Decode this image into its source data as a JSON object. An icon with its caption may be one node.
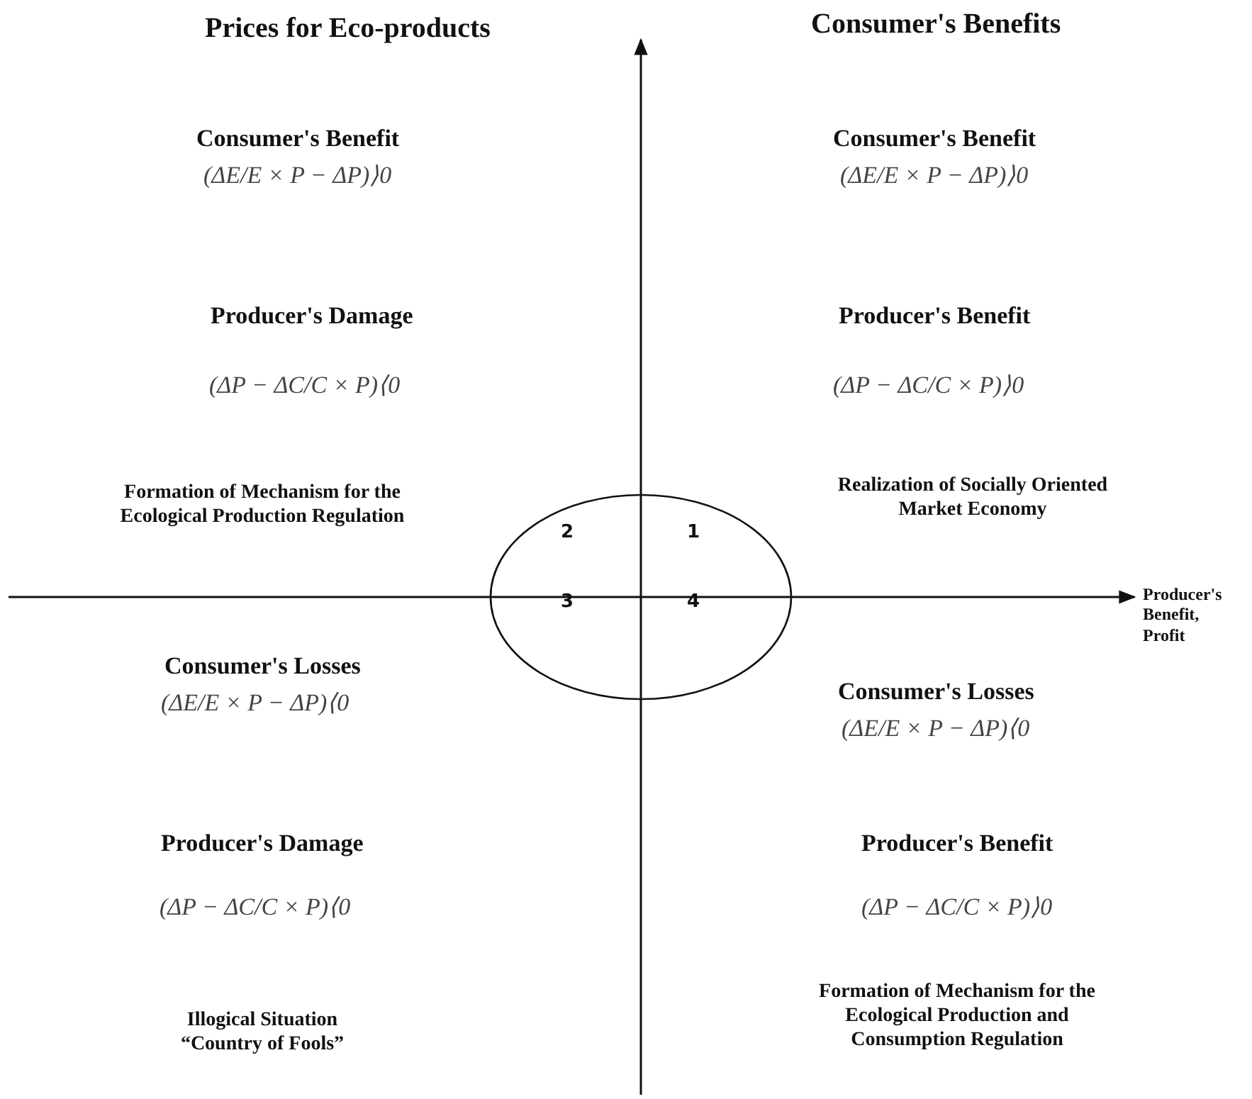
{
  "diagram": {
    "labels": [
      "Prices for Eco-products",
      "Consumer's Benefits",
      "Consumer's Benefit",
      "(ΔE/E × P − ΔP)⟩0",
      "Consumer's Benefit",
      "(ΔE/E × P − ΔP)⟩0",
      "Producer's Damage",
      "(ΔP − ΔC/C × P)⟨0",
      "Producer's Benefit",
      "(ΔP − ΔC/C × P)⟩0",
      "Formation of Mechanism for the Ecological Production Regulation",
      "Realization of Socially Oriented Market Economy",
      "2",
      "1",
      "Producer's Benefit, Profit",
      "3",
      "4",
      "Consumer's Losses",
      "(ΔE/E × P − ΔP)⟨0",
      "Consumer's Losses",
      "(ΔE/E × P − ΔP)⟨0",
      "Producer's Damage",
      "(ΔP − ΔC/C × P)⟨0",
      "Producer's Benefit",
      "(ΔP − ΔC/C × P)⟩0",
      "Illogical Situation “Country of Fools”",
      "Formation of Mechanism for the Ecological Production and Consumption Regulation"
    ]
  }
}
